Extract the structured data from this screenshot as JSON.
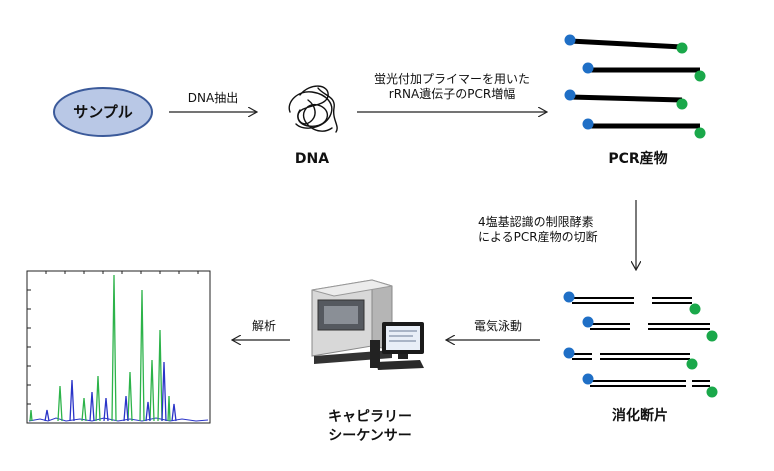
{
  "sample_label": "サンプル",
  "step_extract": "DNA抽出",
  "dna_label": "DNA",
  "step_pcr": [
    "蛍光付加プライマーを用いた",
    "rRNA遺伝子のPCR増幅"
  ],
  "pcr_product_label": "PCR産物",
  "step_digest": [
    "4塩基認識の制限酵素",
    "によるPCR産物の切断"
  ],
  "digest_label": "消化断片",
  "step_electrophoresis": "電気泳動",
  "sequencer_label": [
    "キャピラリー",
    "シーケンサー"
  ],
  "step_analysis": "解析",
  "colors": {
    "primer_blue": "#1f6fc6",
    "primer_green": "#1aa84a",
    "sample_fill": "#b9c8e6",
    "sample_stroke": "#3b5a9a",
    "trace_green": "#2db34a",
    "trace_blue": "#2a34c8"
  }
}
